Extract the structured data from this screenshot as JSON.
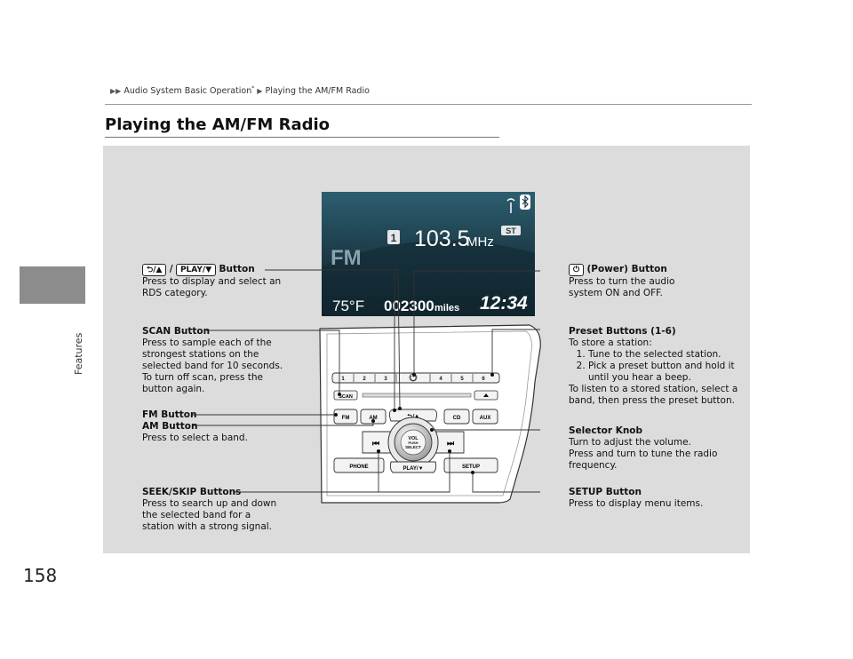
{
  "sidebar": {
    "section": "Features"
  },
  "page": {
    "number": "158"
  },
  "breadcrumb": {
    "parent": "Audio System Basic Operation",
    "star": "*",
    "current": "Playing the AM/FM Radio"
  },
  "title": "Playing the AM/FM Radio",
  "display": {
    "preset": "1",
    "frequency": "103.5",
    "unit": "MHz",
    "stereo": "ST",
    "band": "FM",
    "temperature": "75°F",
    "odometer": "002300",
    "odometer_unit": "miles",
    "clock": "12:34"
  },
  "unit_buttons": {
    "presets": [
      "1",
      "2",
      "3",
      "4",
      "5",
      "6"
    ],
    "scan": "SCAN",
    "fm": "FM",
    "am": "AM",
    "cd": "CD",
    "aux": "AUX",
    "phone": "PHONE",
    "setup": "SETUP",
    "play": "PLAY/▼",
    "knob_lines": [
      "VOL",
      "PUSH",
      "SELECT"
    ]
  },
  "labels": {
    "category": {
      "key1": "⮌/▲",
      "sep": "/",
      "key2": "PLAY/▼",
      "title": "Button",
      "desc": [
        "Press to display and select an",
        "RDS category."
      ]
    },
    "scan": {
      "title": "SCAN Button",
      "desc": [
        "Press to sample each of the",
        "strongest stations on the",
        "selected band for 10 seconds.",
        "To turn off scan, press the",
        "button again."
      ]
    },
    "fm": {
      "title": "FM Button"
    },
    "am": {
      "title": "AM Button",
      "desc": "Press to select a band."
    },
    "seek": {
      "title": "SEEK/SKIP Buttons",
      "desc": [
        "Press to search up and down",
        "the selected band for a",
        "station with a strong signal."
      ]
    },
    "power": {
      "title": "(Power) Button",
      "desc": [
        "Press to turn the audio",
        "system ON and OFF."
      ]
    },
    "preset": {
      "title": "Preset Buttons (1-6)",
      "intro": "To store a station:",
      "steps": [
        "Tune to the selected station.",
        "Pick a preset button and hold it until you hear a beep."
      ],
      "outro": [
        "To listen to a stored station, select a",
        "band, then press the preset button."
      ]
    },
    "knob": {
      "title": "Selector Knob",
      "desc": [
        "Turn to adjust the volume.",
        "Press and turn to tune the radio",
        "frequency."
      ]
    },
    "setup": {
      "title": "SETUP Button",
      "desc": "Press to display menu items."
    }
  }
}
